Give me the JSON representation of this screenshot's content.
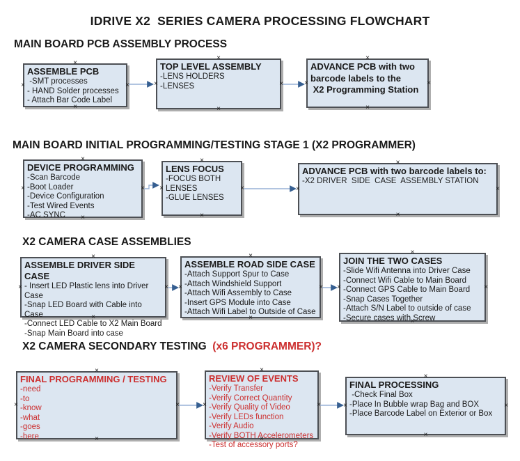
{
  "title": "IDRIVE X2  SERIES CAMERA PROCESSING FLOWCHART",
  "colors": {
    "box_fill": "#dce6f1",
    "box_border": "#4c4f54",
    "arrow_line": "#97b0d6",
    "arrow_head": "#365f91",
    "text_black": "#1a1a1a",
    "text_red": "#cc2f2f"
  },
  "sections": [
    {
      "header": "MAIN BOARD PCB ASSEMBLY PROCESS",
      "boxes": [
        {
          "title": "ASSEMBLE PCB",
          "items": [
            " -SMT processes",
            "- HAND Solder processes",
            "- Attach Bar Code Label"
          ]
        },
        {
          "title": "TOP LEVEL ASSEMBLY",
          "items": [
            "-LENS HOLDERS",
            "-LENSES"
          ]
        },
        {
          "title": "ADVANCE PCB with two\nbarcode labels to the\n X2 Programming Station",
          "items": []
        }
      ]
    },
    {
      "header": "MAIN BOARD INITIAL PROGRAMMING/TESTING STAGE 1 (X2 PROGRAMMER)",
      "boxes": [
        {
          "title": "DEVICE PROGRAMMING",
          "items": [
            "-Scan Barcode",
            "-Boot Loader",
            "-Device Configuration",
            "-Test Wired Events",
            "-AC SYNC"
          ]
        },
        {
          "title": "LENS FOCUS",
          "items": [
            "-FOCUS BOTH LENSES",
            "-GLUE LENSES"
          ]
        },
        {
          "title": "ADVANCE PCB with two barcode labels to:",
          "items": [
            "-X2 DRIVER  SIDE  CASE  ASSEMBLY STATION"
          ]
        }
      ]
    },
    {
      "header": "X2 CAMERA CASE ASSEMBLIES",
      "boxes": [
        {
          "title": "ASSEMBLE DRIVER SIDE CASE",
          "items": [
            "- Insert LED Plastic lens into Driver Case",
            "-Snap LED Board with Cable into Case",
            "-Connect LED Cable to X2 Main Board",
            "-Snap Main Board into case"
          ]
        },
        {
          "title": "ASSEMBLE ROAD SIDE CASE",
          "items": [
            "-Attach Support Spur to Case",
            "-Attach Windshield Support",
            "-Attach Wifi Assembly to Case",
            "-Insert GPS Module into Case",
            "-Attach Wifi Label to Outside of Case"
          ]
        },
        {
          "title": "JOIN THE TWO CASES",
          "items": [
            "-Slide Wifi Antenna into Driver Case",
            "-Connect Wifi Cable to Main Board",
            "-Connect GPS Cable to Main Board",
            "-Snap Cases Together",
            "-Attach S/N Label to outside of case",
            "-Secure cases with Screw"
          ]
        }
      ]
    },
    {
      "header": "X2 CAMERA SECONDARY TESTING",
      "header_suffix": "  (x6 PROGRAMMER)?",
      "boxes": [
        {
          "title": "FINAL PROGRAMMING / TESTING",
          "items": [
            "-need",
            "-to",
            "-know",
            "-what",
            "-goes",
            "-here"
          ]
        },
        {
          "title": "REVIEW OF EVENTS",
          "items": [
            "-Verify Transfer",
            "-Verify Correct Quantity",
            "-Verify Quality of Video",
            "-Verify LEDs function",
            "-Verify Audio",
            "-Verify BOTH Accelerometers",
            "-Test of accessory ports?"
          ]
        },
        {
          "title": "FINAL PROCESSING",
          "items": [
            " -Check Final Box",
            "-Place In Bubble wrap Bag and BOX",
            "-Place Barcode Label on Exterior or Box"
          ]
        }
      ]
    }
  ]
}
